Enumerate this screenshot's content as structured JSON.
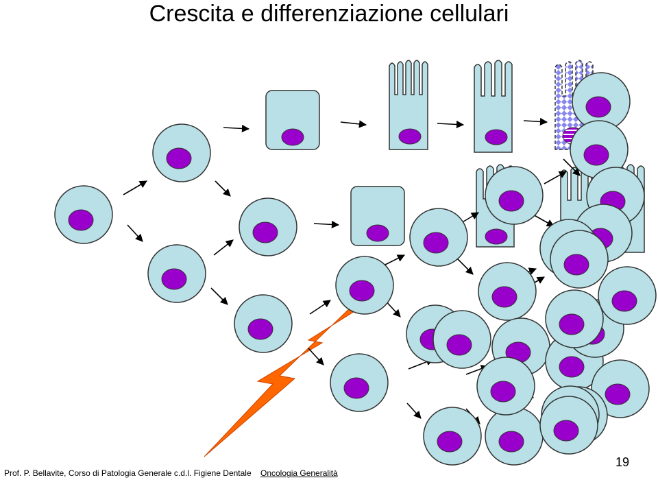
{
  "slide": {
    "title": "Crescita e differenziazione cellulari",
    "page_number": "19",
    "footer": "Prof. P. Bellavite, Corso di Patologia Generale c.d.l. Figiene Dentale",
    "footer_tail": "Oncologia Generalità"
  },
  "colors": {
    "cytoplasm": "#b8e0e6",
    "nucleus": "#9900cc",
    "outline": "#333333",
    "mutagen_bolt": "#ff6600",
    "altered_pattern": "#8888ee"
  },
  "icons": [
    "round-cell-icon",
    "cuboidal-cell-icon",
    "columnar-cell-icon",
    "altered-cell-icon",
    "lightning-bolt-icon",
    "arrow-icon"
  ]
}
